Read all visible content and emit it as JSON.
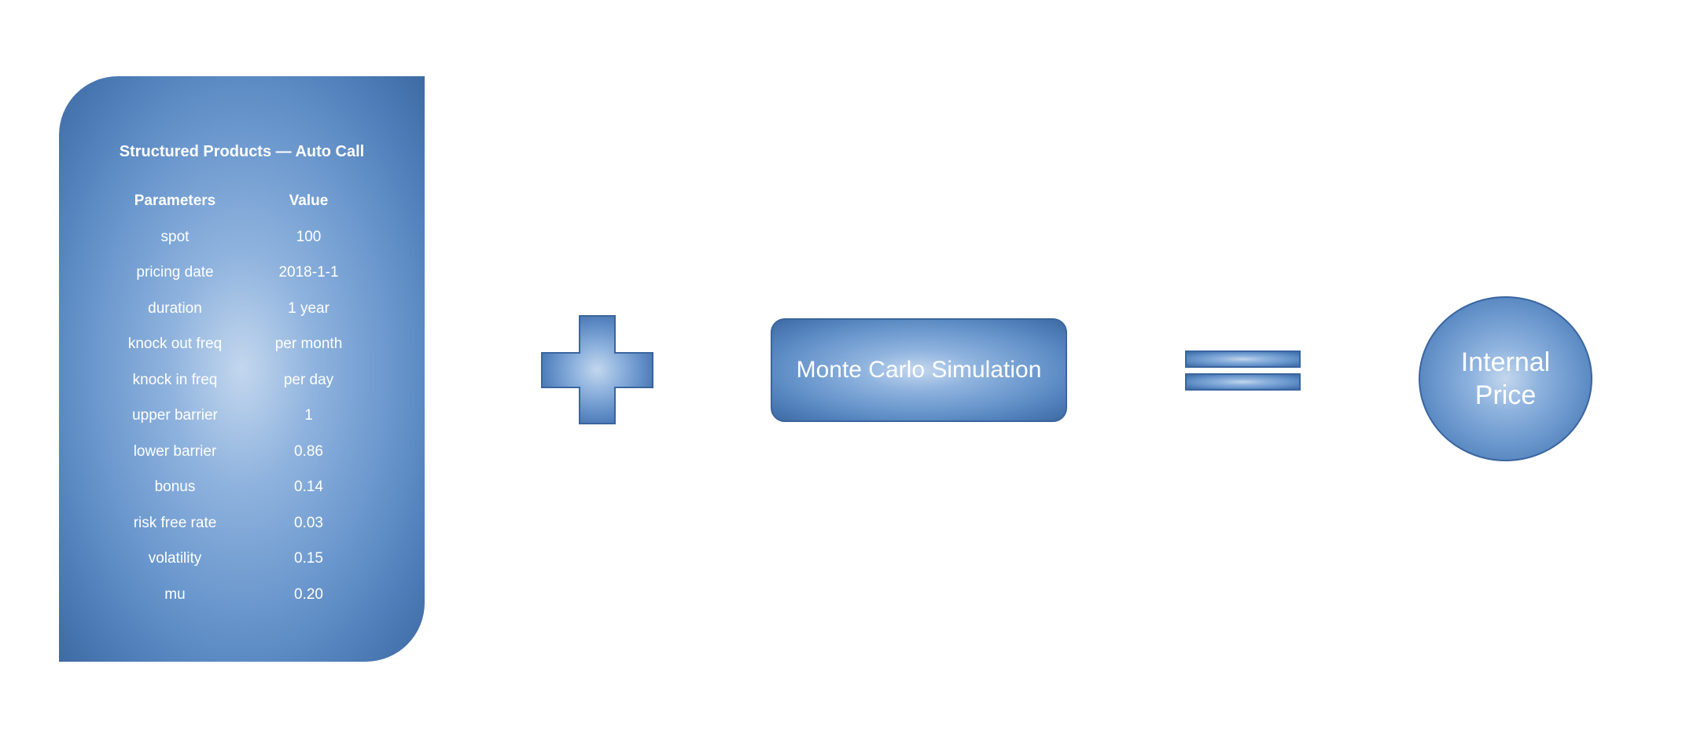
{
  "params_card": {
    "title": "Structured Products — Auto Call",
    "headers": [
      "Parameters",
      "Value"
    ],
    "rows": [
      [
        "spot",
        "100"
      ],
      [
        "pricing date",
        "2018-1-1"
      ],
      [
        "duration",
        "1 year"
      ],
      [
        "knock out freq",
        "per month"
      ],
      [
        "knock in freq",
        "per day"
      ],
      [
        "upper barrier",
        "1"
      ],
      [
        "lower barrier",
        "0.86"
      ],
      [
        "bonus",
        "0.14"
      ],
      [
        "risk free rate",
        "0.03"
      ],
      [
        "volatility",
        "0.15"
      ],
      [
        "mu",
        "0.20"
      ]
    ]
  },
  "operators": {
    "plus": "plus-icon",
    "equals": "equals-icon"
  },
  "monte_carlo": {
    "label": "Monte Carlo Simulation"
  },
  "result": {
    "line1": "Internal",
    "line2": "Price"
  },
  "colors": {
    "fill_center": "#c3d7ee",
    "fill_edge": "#3e6aa2",
    "stroke": "#3a65a0",
    "text": "#ffffff"
  }
}
